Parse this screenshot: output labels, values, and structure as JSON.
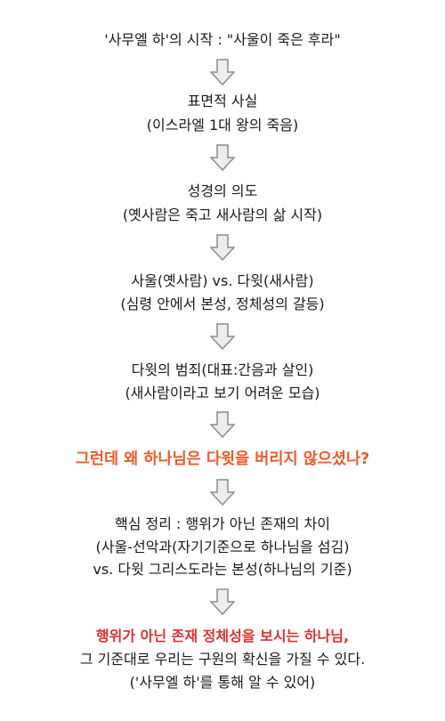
{
  "flow": {
    "start": {
      "title": "'사무엘 하'의 시작 : \"사울이 죽은 후라\""
    },
    "step1": {
      "line1": "표면적 사실",
      "line2": "(이스라엘 1대 왕의 죽음)"
    },
    "step2": {
      "line1": "성경의 의도",
      "line2": "(옛사람은 죽고 새사람의 삶 시작)"
    },
    "step3": {
      "line1": "사울(옛사람) vs. 다윗(새사람)",
      "line2": "(심령 안에서 본성, 정체성의 갈등)"
    },
    "step4": {
      "line1": "다윗의 범죄(대표:간음과 살인)",
      "line2": "(새사람이라고 보기 어려운 모습)"
    },
    "question": {
      "text": "그런데 왜 하나님은 다윗을 버리지 않으셨나?"
    },
    "summary": {
      "line1": "핵심 정리 : 행위가 아닌 존재의 차이",
      "line2": "(사울-선악과(자기기준으로 하나님을 섬김)",
      "line3": "vs. 다윗 그리스도라는 본성(하나님의 기준)"
    },
    "conclusion": {
      "line1": "행위가 아닌 존재 정체성을 보시는 하나님,",
      "line2": "그 기준대로 우리는 구원의 확신을 가질 수 있다.",
      "line3": "('사무엘 하'를 통해 알 수 있어)"
    }
  },
  "colors": {
    "question": "#f05a28",
    "conclusion_emphasis": "#e03030",
    "arrow_fill": "#ededed",
    "arrow_stroke": "#8c8c8c"
  }
}
